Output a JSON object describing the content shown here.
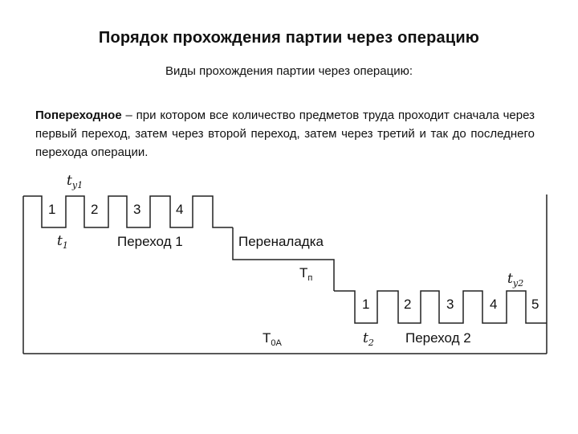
{
  "title": "Порядок прохождения партии через операцию",
  "subtitle": "Виды прохождения партии через операцию:",
  "paragraph": {
    "term": "Попереходное",
    "text": " – при котором все количество предметов труда проходит сначала через первый переход, затем через второй переход, затем через третий и так до последнего перехода операции."
  },
  "diagram": {
    "ty1": {
      "base": "t",
      "sub": "у1"
    },
    "ty2": {
      "base": "t",
      "sub": "у2"
    },
    "t1": {
      "base": "t",
      "sub": "1"
    },
    "t2": {
      "base": "t",
      "sub": "2"
    },
    "tp": {
      "base": "Т",
      "sub": "п"
    },
    "toa": {
      "base": "Т",
      "sub": "0А"
    },
    "group1_numbers": [
      "1",
      "2",
      "3",
      "4"
    ],
    "group2_numbers": [
      "1",
      "2",
      "3",
      "4",
      "5"
    ],
    "transition1_label": "Переход 1",
    "transition2_label": "Переход 2",
    "setup_label": "Переналадка"
  }
}
